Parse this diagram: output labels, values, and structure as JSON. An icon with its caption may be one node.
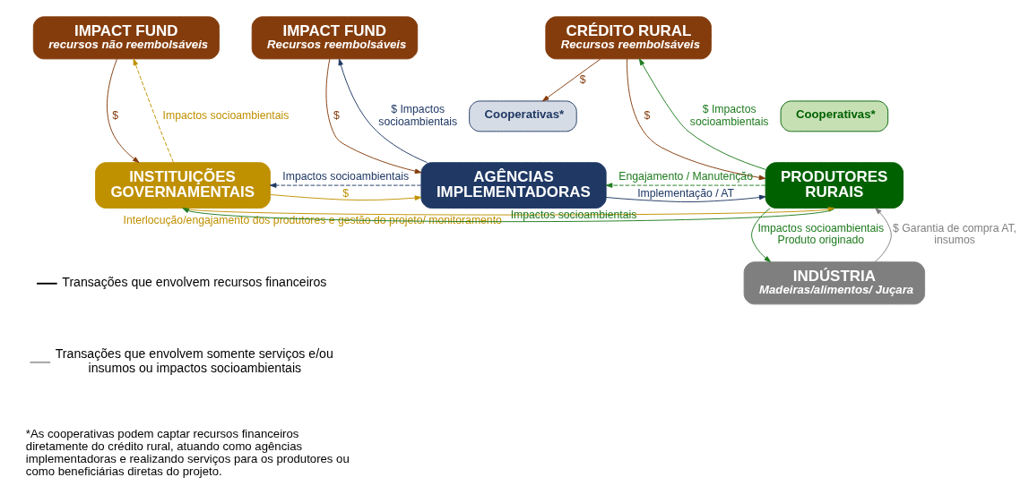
{
  "diagram": {
    "nodes": [
      {
        "text": [
          "IMPACT FUND",
          "recursos não reembolsáveis"
        ]
      },
      {
        "text": [
          "IMPACT FUND",
          "Recursos reembolsáveis"
        ]
      },
      {
        "text": [
          "CRÉDITO RURAL",
          "Recursos reembolsáveis"
        ]
      },
      {
        "text": [
          "INSTITUIÇÕES GOVERNAMENTAIS"
        ]
      },
      {
        "text": [
          "Cooperativas*"
        ]
      },
      {
        "text": [
          "AGÊNCIAS IMPLEMENTADORAS"
        ]
      },
      {
        "text": [
          "Cooperativas*"
        ]
      },
      {
        "text": [
          "PRODUTORES RURAIS"
        ]
      },
      {
        "text": [
          "INDÚSTRIA",
          "Madeiras/alimentos/ Juçara"
        ]
      }
    ],
    "edges": [
      {
        "from": 0,
        "to": 3,
        "arrow": "to",
        "label": "$",
        "color": "#843c0c"
      },
      {
        "from": 3,
        "to": 0,
        "arrow": "to",
        "label": "Impactos socioambientais",
        "style": "dashed",
        "color": "#bf9000"
      },
      {
        "from": 1,
        "to": 5,
        "arrow": "to",
        "label": "$",
        "color": "#843c0c"
      },
      {
        "from": 5,
        "to": 1,
        "arrow": "to",
        "label": "$ Impactos socioambientais",
        "color": "#1f3864"
      },
      {
        "from": 2,
        "to": 4,
        "arrow": "to",
        "label": "$",
        "color": "#843c0c"
      },
      {
        "from": 2,
        "to": 7,
        "arrow": "to",
        "label": "$",
        "color": "#843c0c"
      },
      {
        "from": 7,
        "to": 2,
        "arrow": "to",
        "label": "$ Impactos socioambientais",
        "color": "#1e7b1e"
      },
      {
        "from": 3,
        "to": 5,
        "arrow": "to",
        "label": "$",
        "color": "#bf9000"
      },
      {
        "from": 5,
        "to": 3,
        "arrow": "to",
        "label": "Impactos socioambientais",
        "style": "dashed",
        "color": "#1f3864"
      },
      {
        "from": 5,
        "to": 7,
        "arrow": "to",
        "label": "Implementação / AT",
        "color": "#1f3864"
      },
      {
        "from": 7,
        "to": 5,
        "arrow": "to",
        "label": "Engajamento / Manutenção",
        "style": "dashed",
        "color": "#1e7b1e"
      },
      {
        "from": 3,
        "to": 7,
        "arrow": "to",
        "label": "Interlocução/engajamento dos produtores e gestão do projeto/ monitoramento",
        "color": "#bf9000"
      },
      {
        "from": 7,
        "to": 3,
        "arrow": "to",
        "label": "Impactos socioambientais",
        "color": "#1e7b1e"
      },
      {
        "from": 7,
        "to": 8,
        "arrow": "to",
        "label": "Impactos socioambientais Produto originado",
        "color": "#1e7b1e"
      },
      {
        "from": 8,
        "to": 7,
        "arrow": "to",
        "label": "$ Garantia de compra AT, insumos",
        "color": "#7f7f7f"
      }
    ],
    "labels": [
      "*As cooperativas podem captar recursos financeiros diretamente do crédito rural, atuando como agências implementadoras e realizando serviços para os produtores ou como beneficiárias diretas do projeto."
    ],
    "legend": [
      {
        "text": "Transações que envolvem recursos financeiros"
      },
      {
        "text": "Transações que envolvem somente serviços e/ou insumos ou impactos socioambientais"
      }
    ]
  }
}
